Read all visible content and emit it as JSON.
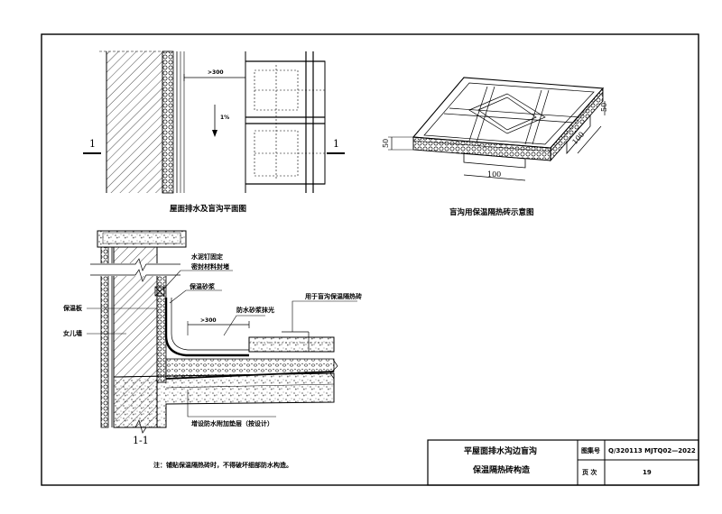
{
  "plan": {
    "caption": "屋面排水及盲沟平面图",
    "dim_300": ">300",
    "slope": "1%",
    "section_mark_left": "1",
    "section_mark_right": "1"
  },
  "iso": {
    "caption": "盲沟用保温隔热砖示意图",
    "dim_50_left": "50",
    "dim_50_right": "50",
    "dim_100_bottom": "100",
    "dim_100_right": "100"
  },
  "section": {
    "caption": "1-1",
    "labels": {
      "cement_nail": "水泥钉固定",
      "sealant": "密封材料封堵",
      "insulation_board": "保温板",
      "parapet": "女儿墙",
      "insulation_mortar": "保温砂浆",
      "waterproof_mortar": "防水砂浆抹光",
      "insulation_brick": "用于盲沟保温隔热砖",
      "dim_300": ">300",
      "extra_layer": "增设防水附加垫层（按设计）"
    }
  },
  "note": "注：铺贴保温隔热砖时，不得破坏细部防水构造。",
  "title_block": {
    "title_line1": "平屋面排水沟边盲沟",
    "title_line2": "保温隔热砖构造",
    "atlas_label": "图集号",
    "atlas_value": "Q/320113 MJTQ02—2022",
    "page_label": "页 次",
    "page_value": "19"
  }
}
